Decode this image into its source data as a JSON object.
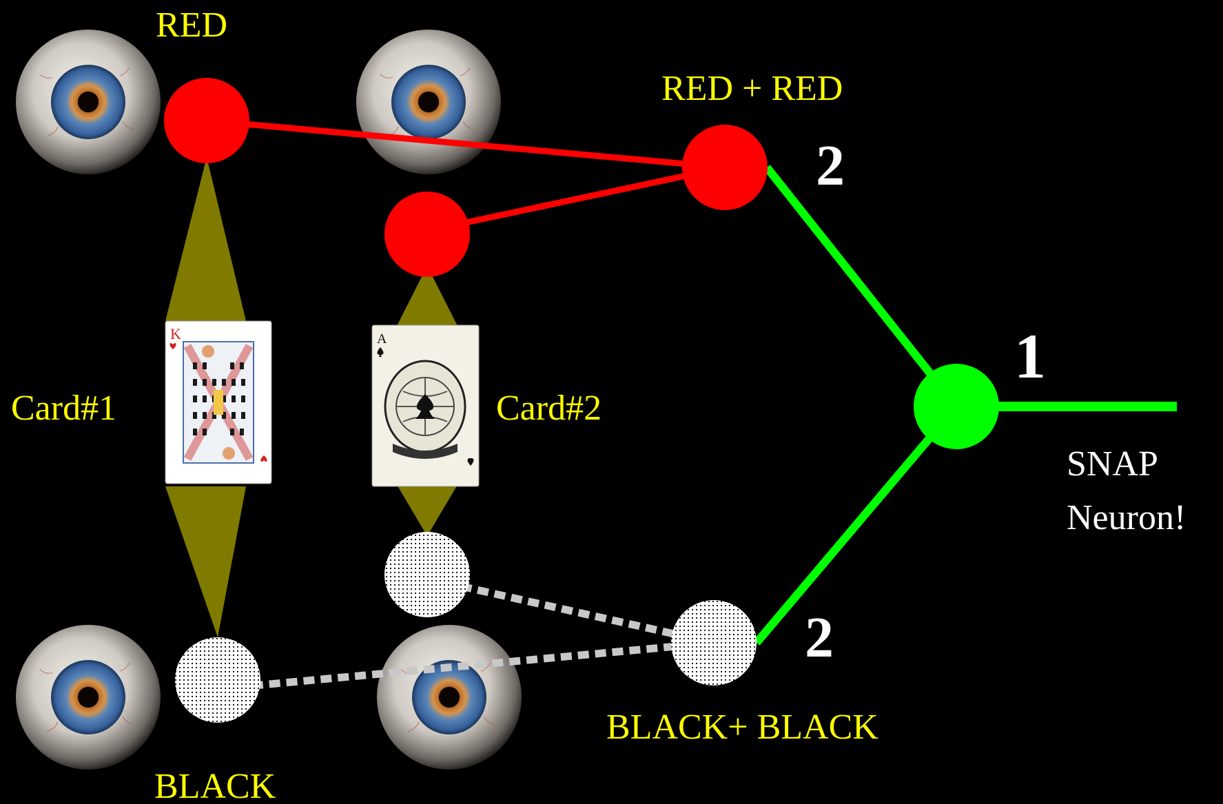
{
  "labels": {
    "red_top": "RED",
    "red_plus_red": "RED + RED",
    "card1": "Card#1",
    "card2": "Card#2",
    "black_bottom": "BLACK",
    "black_plus_black": "BLACK+ BLACK",
    "weight_red_pair": "2",
    "weight_black_pair": "2",
    "weight_snap": "1",
    "snap_line1": "SNAP",
    "snap_line2": "Neuron!"
  },
  "cards": {
    "card1_rank": "K",
    "card2_rank": "A"
  },
  "icons": {
    "eye": "eyeball-icon",
    "card1": "king-of-hearts-card-icon",
    "card2": "ace-of-spades-card-icon"
  },
  "colors": {
    "background": "#000000",
    "label_yellow": "#ffff00",
    "label_white": "#ffffff",
    "active_neuron": "#ff0000",
    "snap_neuron": "#00ff00",
    "inactive_neuron": "#ffffff",
    "cone": "#807a00",
    "inactive_link": "#c8c8c8"
  }
}
